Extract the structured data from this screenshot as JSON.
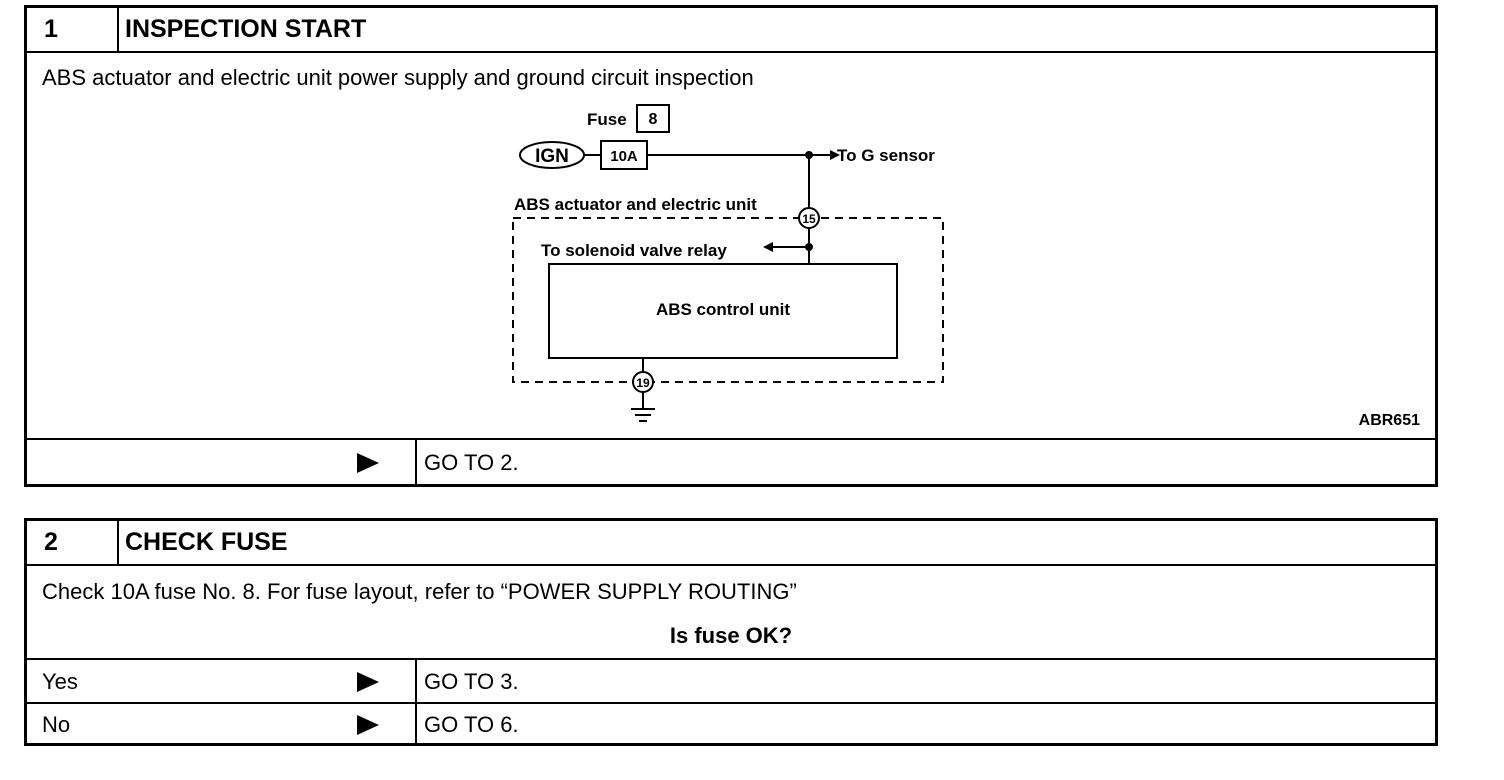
{
  "step1": {
    "number": "1",
    "title": "INSPECTION START",
    "description": "ABS actuator and electric unit power supply and ground circuit inspection",
    "diagram": {
      "fuse_label": "Fuse",
      "fuse_number": "8",
      "ign_label": "IGN",
      "fuse_rating": "10A",
      "to_g_sensor": "To G sensor",
      "unit_label": "ABS actuator and electric unit",
      "terminal_top": "15",
      "to_solenoid": "To solenoid valve relay",
      "control_unit": "ABS control unit",
      "terminal_bottom": "19",
      "figure_id": "ABR651"
    },
    "result": "GO TO 2."
  },
  "step2": {
    "number": "2",
    "title": "CHECK FUSE",
    "description": "Check 10A fuse No. 8. For fuse layout, refer to “POWER SUPPLY ROUTING”",
    "question": "Is fuse OK?",
    "results": [
      {
        "answer": "Yes",
        "goto": "GO TO 3."
      },
      {
        "answer": "No",
        "goto": "GO TO 6."
      }
    ]
  }
}
